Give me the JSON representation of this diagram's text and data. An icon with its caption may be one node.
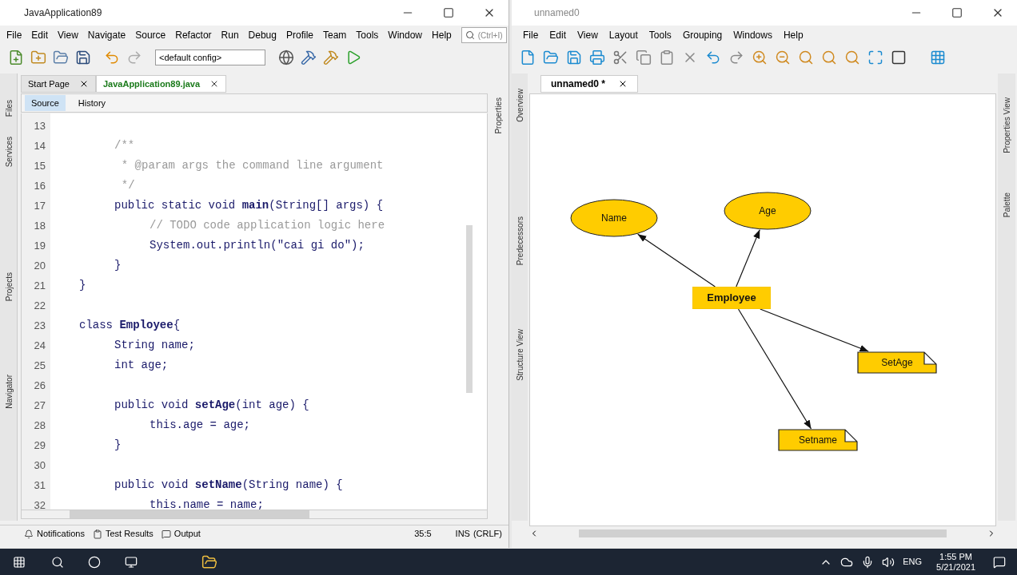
{
  "diagram": {
    "nodes": [
      {
        "text": [
          "Name"
        ]
      },
      {
        "text": [
          "Age"
        ]
      },
      {
        "text": [
          "Employee"
        ]
      },
      {
        "text": [
          "SetAge"
        ]
      },
      {
        "text": [
          "Setname"
        ]
      }
    ],
    "edges": [
      {
        "from": 2,
        "to": 0,
        "arrow": "to"
      },
      {
        "from": 2,
        "to": 1,
        "arrow": "to"
      },
      {
        "from": 2,
        "to": 3,
        "arrow": "to"
      },
      {
        "from": 2,
        "to": 4,
        "arrow": "to"
      }
    ],
    "labels": [
      "JavaApplication89",
      "File",
      "Edit",
      "View",
      "Navigate",
      "Source",
      "Refactor",
      "Run",
      "Debug",
      "Profile",
      "Team",
      "Tools",
      "Window",
      "Help",
      "(Ctrl+I)",
      "<default config>",
      "Start Page",
      "JavaApplication89.java",
      "Source",
      "History",
      "Files",
      "Services",
      "Projects",
      "Navigator",
      "Properties",
      "13",
      "14",
      "15",
      "16",
      "17",
      "18",
      "19",
      "20",
      "21",
      "22",
      "23",
      "24",
      "25",
      "26",
      "27",
      "28",
      "29",
      "30",
      "31",
      "32",
      "/**",
      "* @param args the command line argument",
      "*/",
      "public static void **main**(String[] args) {",
      "// TODO code application logic here",
      "System.out.println(\"cai gi do\");",
      "}",
      "}",
      "class **Employee**{",
      "String name;",
      "int age;",
      "public void **setAge**(int age) {",
      "this.age = age;",
      "}",
      "public void **setName**(String name) {",
      "this.name = name;",
      "Notifications",
      "Test Results",
      "Output",
      "35:5",
      "INS",
      "(CRLF)",
      "unnamed0",
      "File",
      "Edit",
      "View",
      "Layout",
      "Tools",
      "Grouping",
      "Windows",
      "Help",
      "unnamed0 *",
      "Overview",
      "Predecessors",
      "Structure View",
      "Properties View",
      "Palette",
      "ENG",
      "1:55 PM",
      "5/21/2021"
    ]
  }
}
